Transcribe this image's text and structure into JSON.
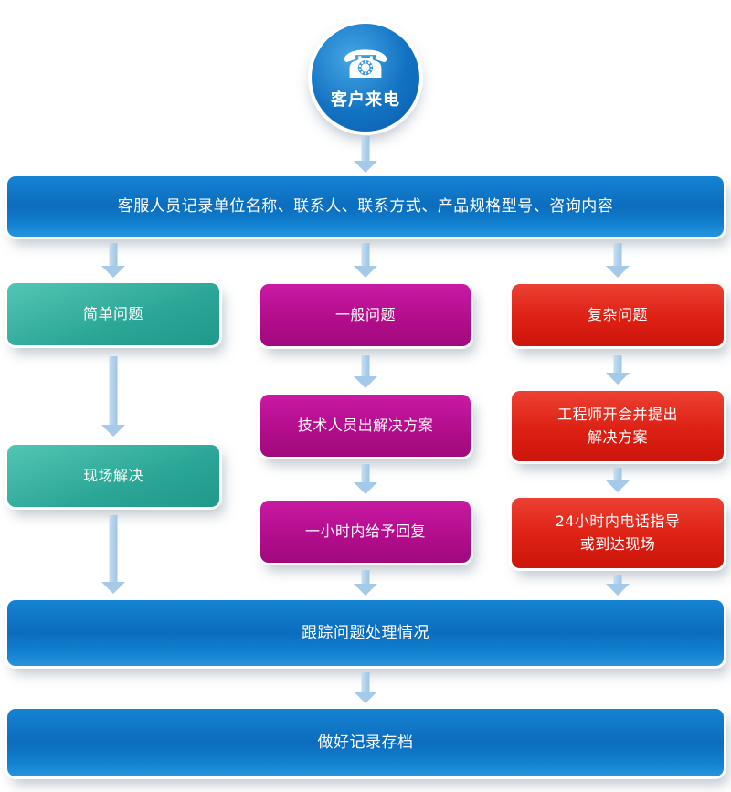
{
  "icons": {
    "phone": "☎"
  },
  "start": {
    "label": "客户来电"
  },
  "record": {
    "label": "客服人员记录单位名称、联系人、联系方式、产品规格型号、咨询内容"
  },
  "branches": {
    "simple": {
      "problem": "简单问题",
      "step1": "现场解决"
    },
    "general": {
      "problem": "一般问题",
      "step1": "技术人员出解决方案",
      "step2": "一小时内给予回复"
    },
    "complex": {
      "problem": "复杂问题",
      "step1": "工程师开会并提出\n解决方案",
      "step2": "24小时内电话指导\n或到达现场"
    }
  },
  "track": {
    "label": "跟踪问题处理情况"
  },
  "archive": {
    "label": "做好记录存档"
  },
  "colors": {
    "blue": "#0f72c4",
    "teal": "#30ac9b",
    "magenta": "#bb0d92",
    "red": "#de2117",
    "arrow": "#a5c9e8"
  }
}
